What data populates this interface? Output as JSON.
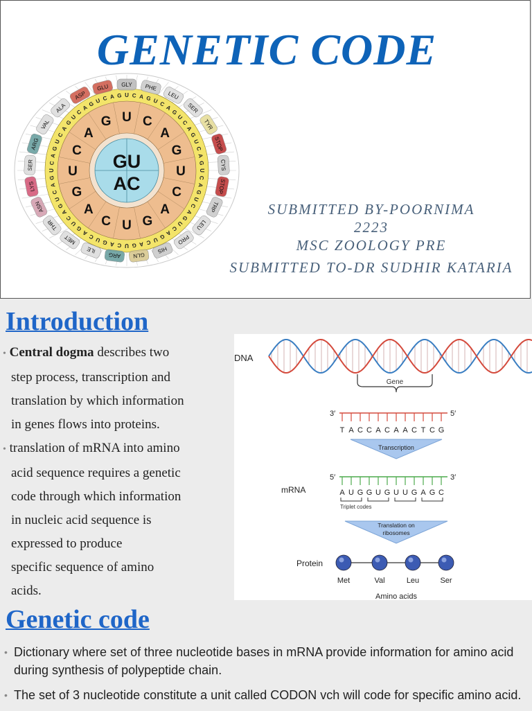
{
  "slide1": {
    "title": "GENETIC CODE",
    "submitted_lines": [
      "SUBMITTED BY-POORNIMA",
      "2223",
      "MSC ZOOLOGY PRE",
      "SUBMITTED TO-DR SUDHIR KATARIA"
    ]
  },
  "wheel": {
    "center": [
      "GU",
      "AC"
    ],
    "ring2": [
      "U",
      "C",
      "A",
      "G",
      "U",
      "C",
      "A",
      "G",
      "U",
      "C",
      "A",
      "G",
      "U",
      "C",
      "A",
      "G"
    ],
    "amino_acids": [
      "GLY",
      "PHE",
      "LEU",
      "SER",
      "TYR",
      "STOP",
      "CYS",
      "STOP",
      "TRP",
      "LEU",
      "PRO",
      "HIS",
      "GLN",
      "ARG",
      "ILE",
      "MET",
      "THR",
      "ASN",
      "LYS",
      "SER",
      "ARG",
      "VAL",
      "ALA",
      "ASP",
      "GLU"
    ]
  },
  "intro": {
    "heading": "Introduction",
    "p1_bold": "Central dogma",
    "p1_rest": " describes two",
    "p1_lines": [
      "step process, transcription and",
      "translation by which information",
      "in genes flows into proteins."
    ],
    "p2_first": "translation of mRNA into amino",
    "p2_lines": [
      "acid sequence requires a genetic",
      "code through which information",
      "in nucleic acid sequence is",
      "expressed to produce",
      "specific sequence of amino",
      "acids."
    ]
  },
  "figure": {
    "dna_label": "DNA",
    "gene_label": "Gene",
    "dna_3": "3′",
    "dna_5": "5′",
    "dna_seq": [
      "T",
      "A",
      "C",
      "C",
      "A",
      "C",
      "A",
      "A",
      "C",
      "T",
      "C",
      "G"
    ],
    "transcription": "Transcription",
    "mrna_label": "mRNA",
    "mrna_5": "5′",
    "mrna_3": "3′",
    "mrna_seq": [
      "A",
      "U",
      "G",
      "G",
      "U",
      "G",
      "U",
      "U",
      "G",
      "A",
      "G",
      "C"
    ],
    "triplet_label": "Triplet codes",
    "translation_l1": "Translation on",
    "translation_l2": "ribosomes",
    "protein_label": "Protein",
    "amino_names": [
      "Met",
      "Val",
      "Leu",
      "Ser"
    ],
    "amino_caption": "Amino acids"
  },
  "genetic_code": {
    "heading": "Genetic code",
    "bullets": [
      "Dictionary where set of three nucleotide bases in mRNA provide information for amino acid during synthesis of polypeptide chain.",
      "The set of 3 nucleotide constitute a unit called CODON vch will code for specific amino acid."
    ]
  },
  "colors": {
    "title_blue": "#0e63b8",
    "heading_blue": "#1f66c8",
    "wheel_peach": "#eebd8f",
    "wheel_center": "#a9dcea",
    "ring_yellow": "#f3e46a",
    "dna_red": "#d44a3c",
    "dna_blue": "#3a7ec2",
    "amino_blue": "#3c5bb3"
  }
}
